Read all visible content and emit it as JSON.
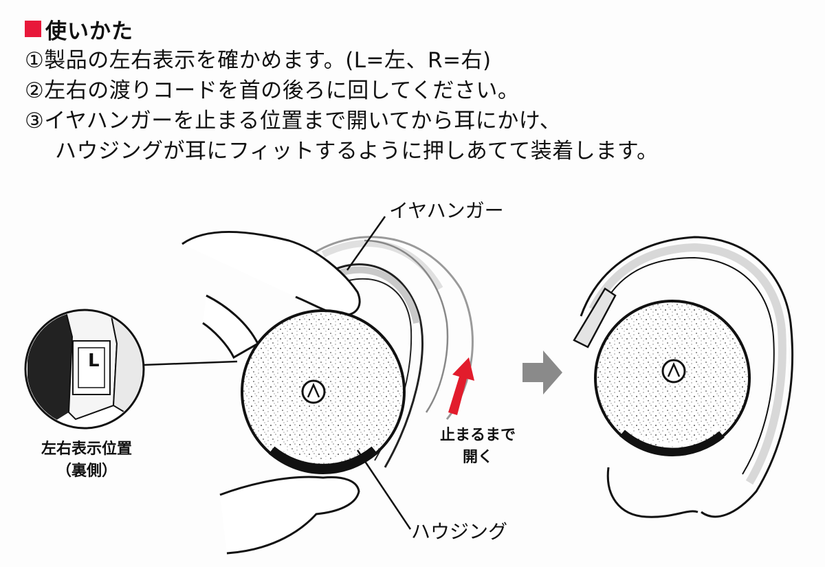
{
  "section": {
    "marker_color": "#e8183a",
    "heading": "使いかた"
  },
  "steps": [
    "①製品の左右表示を確かめます。(L=左、R=右)",
    "②左右の渡りコードを首の後ろに回してください。",
    "③イヤハンガーを止まる位置まで開いてから耳にかけ、",
    "ハウジングが耳にフィットするように押しあてて装着します。"
  ],
  "labels": {
    "ear_hanger": "イヤハンガー",
    "housing": "ハウジング",
    "lr_position_line1": "左右表示位置",
    "lr_position_line2": "（裏側）",
    "open_line1": "止まるまで",
    "open_line2": "開く",
    "lr_mark": "L"
  },
  "colors": {
    "arrow_red": "#e21c2c",
    "arrow_gray": "#8a8a8a"
  },
  "icons": [
    "red-square-marker",
    "audio-technica-logo",
    "red-up-arrow",
    "gray-right-arrow"
  ]
}
